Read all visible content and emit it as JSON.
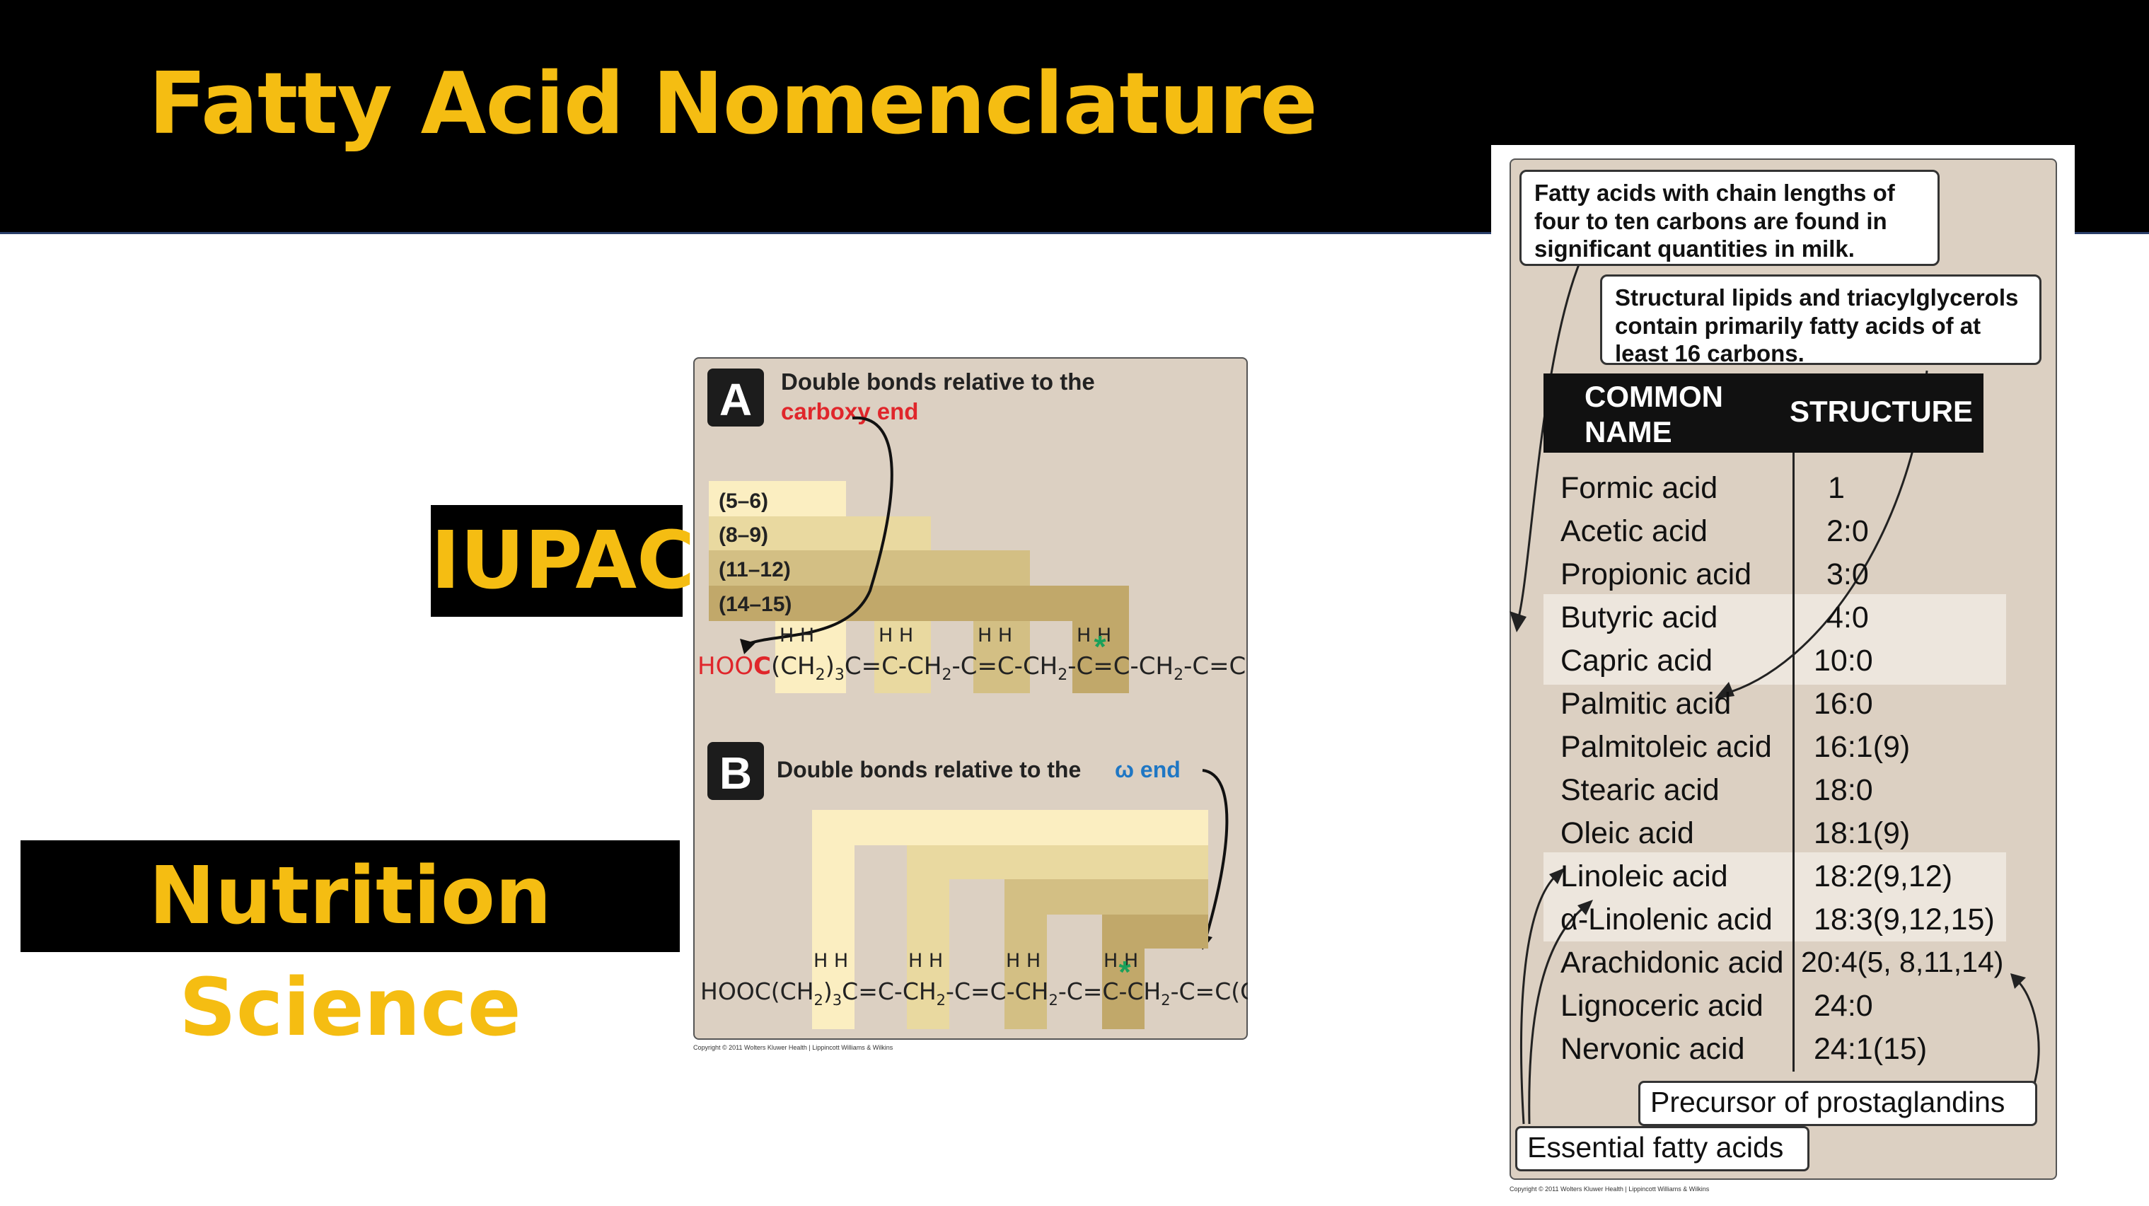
{
  "slide": {
    "title": "Fatty Acid Nomenclature",
    "label_iupac": "IUPAC",
    "label_nutrition": "Nutrition Science"
  },
  "figure_left": {
    "panel_a_letter": "A",
    "panel_a_text": "Double bonds relative to the",
    "panel_a_highlight": "carboxy end",
    "positions": [
      "(5–6)",
      "(8–9)",
      "(11–12)",
      "(14–15)"
    ],
    "panel_b_letter": "B",
    "panel_b_text": "Double bonds relative to the",
    "panel_b_highlight": "ω end",
    "copyright": "Copyright © 2011 Wolters Kluwer Health | Lippincott Williams & Wilkins",
    "colors": {
      "carboxy": "#e0262b",
      "omega": "#1f77c4",
      "star": "#1aa05a",
      "band1": "#fbeec1",
      "band2": "#e9d9a0",
      "band3": "#d3bf84",
      "band4": "#c1a86a"
    }
  },
  "figure_right": {
    "note_milk": "Fatty acids with chain lengths of four to ten carbons are found in significant quantities in milk.",
    "note_structural": "Structural lipids and triacylglycerols contain primarily fatty acids of at least 16 carbons.",
    "header_common": "COMMON NAME",
    "header_structure": "STRUCTURE",
    "rows": [
      {
        "name": "Formic acid",
        "structure": "1"
      },
      {
        "name": "Acetic acid",
        "structure": "2:0"
      },
      {
        "name": "Propionic acid",
        "structure": "3:0"
      },
      {
        "name": "Butyric acid",
        "structure": "4:0"
      },
      {
        "name": "Capric acid",
        "structure": "10:0"
      },
      {
        "name": "Palmitic acid",
        "structure": "16:0"
      },
      {
        "name": "Palmitoleic acid",
        "structure": "16:1(9)"
      },
      {
        "name": "Stearic acid",
        "structure": "18:0"
      },
      {
        "name": "Oleic acid",
        "structure": "18:1(9)"
      },
      {
        "name": "Linoleic acid",
        "structure": "18:2(9,12)"
      },
      {
        "name": "α-Linolenic acid",
        "structure": "18:3(9,12,15)"
      },
      {
        "name": "Arachidonic acid",
        "structure": "20:4(5, 8,11,14)"
      },
      {
        "name": "Lignoceric acid",
        "structure": "24:0"
      },
      {
        "name": "Nervonic acid",
        "structure": "24:1(15)"
      }
    ],
    "note_prostaglandins": "Precursor of prostaglandins",
    "note_essential": "Essential fatty acids",
    "copyright": "Copyright © 2011 Wolters Kluwer Health | Lippincott Williams & Wilkins"
  }
}
